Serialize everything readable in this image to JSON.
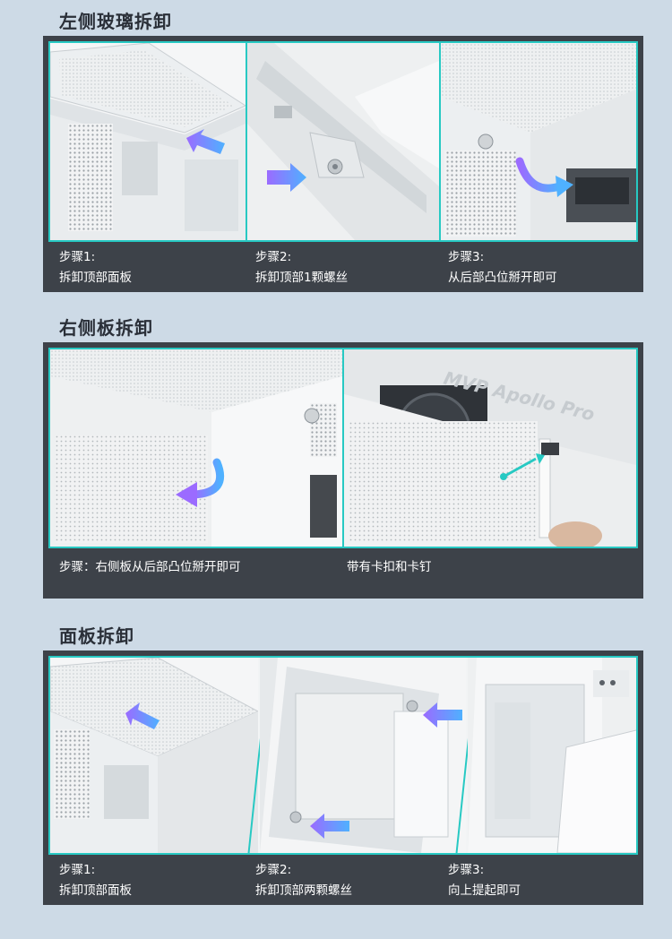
{
  "sections": [
    {
      "title": "左侧玻璃拆卸",
      "steps": [
        {
          "line1": "步骤1:",
          "line2": "拆卸顶部面板"
        },
        {
          "line1": "步骤2:",
          "line2": "拆卸顶部1颗螺丝"
        },
        {
          "line1": "步骤3:",
          "line2": "从后部凸位掰开即可"
        }
      ]
    },
    {
      "title": "右侧板拆卸",
      "captions": [
        "步骤：右侧板从后部凸位掰开即可",
        "带有卡扣和卡钉"
      ],
      "brand_text": "MVP Apollo Pro"
    },
    {
      "title": "面板拆卸",
      "steps": [
        {
          "line1": "步骤1:",
          "line2": "拆卸顶部面板"
        },
        {
          "line1": "步骤2:",
          "line2": "拆卸顶部两颗螺丝"
        },
        {
          "line1": "步骤3:",
          "line2": "向上提起即可"
        }
      ]
    }
  ],
  "colors": {
    "background": "#cddae6",
    "panel": "#3d4249",
    "frame_accent": "#27c9c3",
    "arrow_gradient_start": "#9b6bff",
    "arrow_gradient_end": "#4fb1ff",
    "caption_text": "#ffffff"
  }
}
